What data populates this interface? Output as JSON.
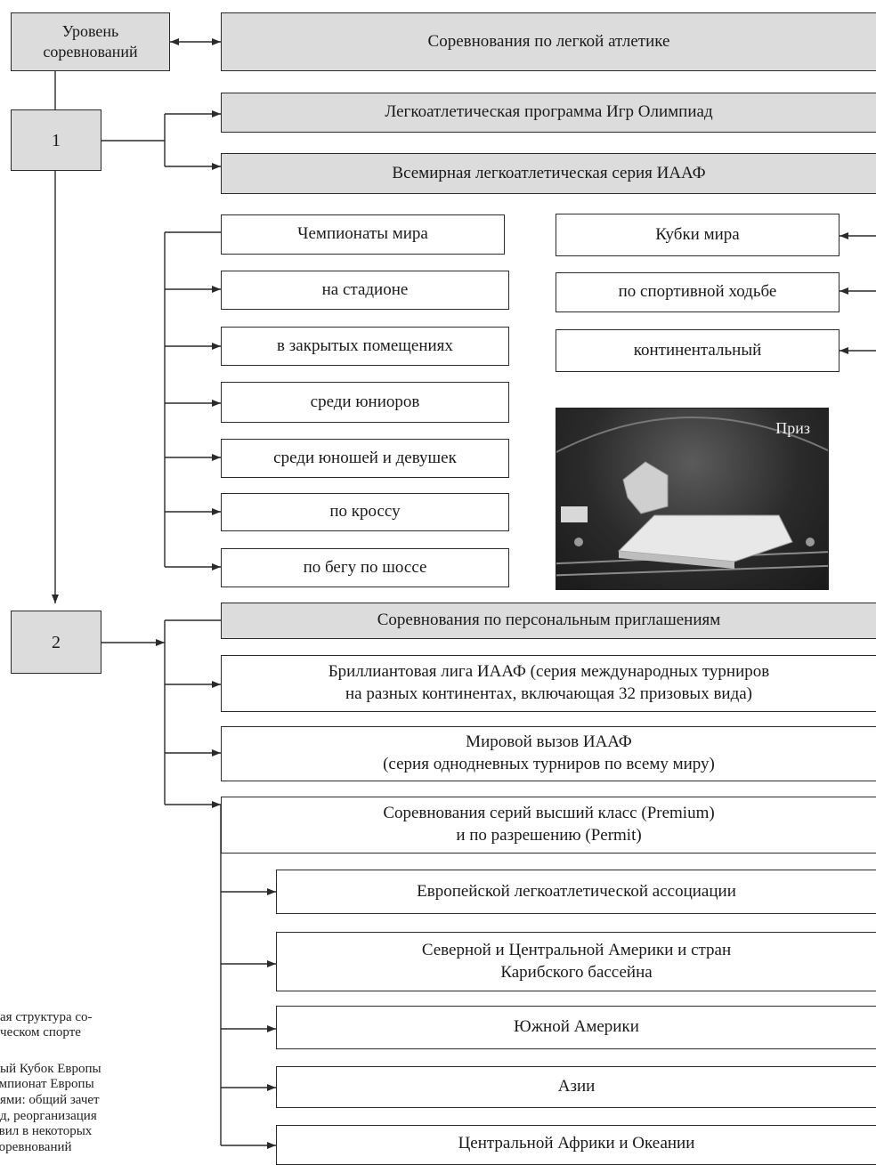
{
  "level_box": {
    "label": "Уровень\nсоревнований"
  },
  "top_box": {
    "label": "Соревнования по легкой атлетике"
  },
  "level1": {
    "label": "1",
    "items": [
      "Легкоатлетическая программа Игр Олимпиад",
      "Всемирная легкоатлетическая серия ИААФ"
    ],
    "championships": {
      "title": "Чемпионаты мира",
      "items": [
        "на стадионе",
        "в закрытых помещениях",
        "среди юниоров",
        "среди юношей и девушек",
        "по кроссу",
        "по бегу по шоссе"
      ]
    },
    "cups": {
      "title": "Кубки мира",
      "items": [
        "по спортивной ходьбе",
        "континентальный"
      ]
    },
    "photo_label": "Приз"
  },
  "level2": {
    "label": "2",
    "header": "Соревнования по персональным приглашениям",
    "items": [
      "Бриллиантовая лига ИААФ (серия международных турниров\nна разных континентах, включающая 32 призовых вида)",
      "Мировой вызов ИААФ\n(серия однодневных турниров по всему миру)",
      "Соревнования серий высший класс (Premium)\nи по разрешению (Permit)"
    ],
    "regions": [
      "Европейской легкоатлетической ассоциации",
      "Северной и Центральной Америки и стран\nКарибского бассейна",
      "Южной Америки",
      "Азии",
      "Центральной Африки и Океании"
    ]
  },
  "captions": {
    "first": "ная структура со-\nическом спорте",
    "second": "ный Кубок Европы\nемпионат Европы\nиями: общий зачет\nнд, реорганизация\nавил в некоторых\n соревнований"
  }
}
